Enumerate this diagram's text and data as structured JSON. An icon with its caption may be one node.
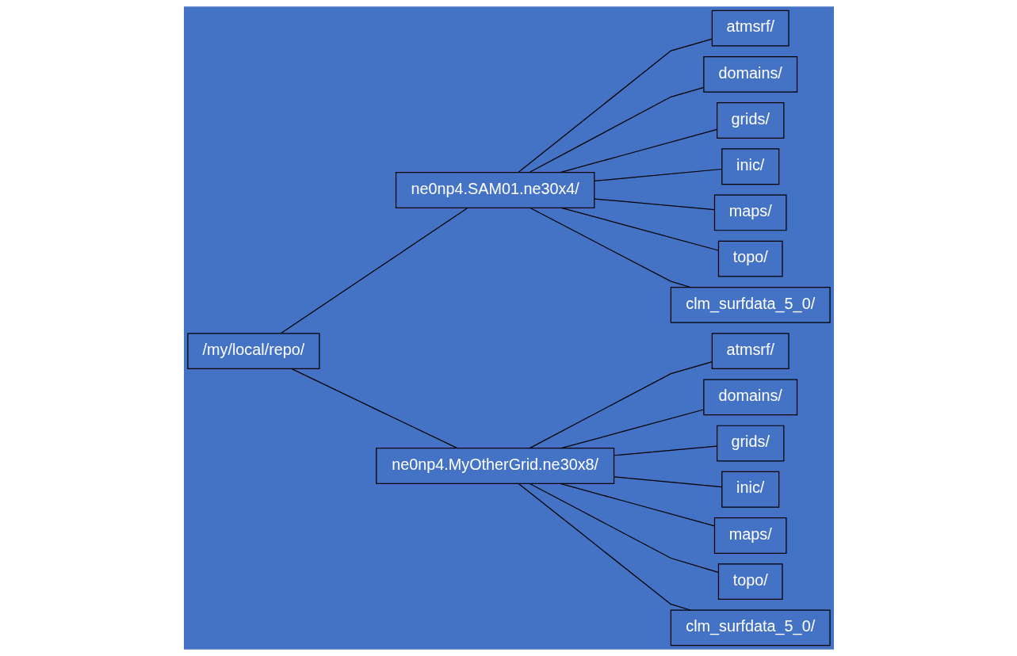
{
  "diagram": {
    "nodes": [
      {
        "text": [
          "/my/local/repo/"
        ]
      },
      {
        "text": [
          "ne0np4.SAM01.ne30x4/"
        ]
      },
      {
        "text": [
          "atmsrf/"
        ]
      },
      {
        "text": [
          "domains/"
        ]
      },
      {
        "text": [
          "grids/"
        ]
      },
      {
        "text": [
          "inic/"
        ]
      },
      {
        "text": [
          "maps/"
        ]
      },
      {
        "text": [
          "topo/"
        ]
      },
      {
        "text": [
          "clm_surfdata_5_0/"
        ]
      },
      {
        "text": [
          "ne0np4.MyOtherGrid.ne30x8/"
        ]
      },
      {
        "text": [
          "atmsrf/"
        ]
      },
      {
        "text": [
          "domains/"
        ]
      },
      {
        "text": [
          "grids/"
        ]
      },
      {
        "text": [
          "inic/"
        ]
      },
      {
        "text": [
          "maps/"
        ]
      },
      {
        "text": [
          "topo/"
        ]
      },
      {
        "text": [
          "clm_surfdata_5_0/"
        ]
      }
    ],
    "edges": [
      {
        "from": 0,
        "to": 1,
        "arrow": "none"
      },
      {
        "from": 0,
        "to": 9,
        "arrow": "none"
      },
      {
        "from": 1,
        "to": 2,
        "arrow": "none"
      },
      {
        "from": 1,
        "to": 3,
        "arrow": "none"
      },
      {
        "from": 1,
        "to": 4,
        "arrow": "none"
      },
      {
        "from": 1,
        "to": 5,
        "arrow": "none"
      },
      {
        "from": 1,
        "to": 6,
        "arrow": "none"
      },
      {
        "from": 1,
        "to": 7,
        "arrow": "none"
      },
      {
        "from": 1,
        "to": 8,
        "arrow": "none"
      },
      {
        "from": 9,
        "to": 10,
        "arrow": "none"
      },
      {
        "from": 9,
        "to": 11,
        "arrow": "none"
      },
      {
        "from": 9,
        "to": 12,
        "arrow": "none"
      },
      {
        "from": 9,
        "to": 13,
        "arrow": "none"
      },
      {
        "from": 9,
        "to": 14,
        "arrow": "none"
      },
      {
        "from": 9,
        "to": 15,
        "arrow": "none"
      },
      {
        "from": 9,
        "to": 16,
        "arrow": "none"
      }
    ]
  }
}
